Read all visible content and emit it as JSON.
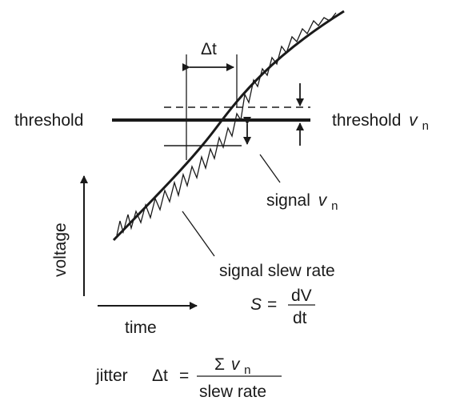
{
  "labels": {
    "threshold": "threshold",
    "threshold_vn_text": "threshold",
    "threshold_vn_var": "v",
    "threshold_vn_sub": "n",
    "delta_t": "Δt",
    "signal_vn_text": "signal",
    "signal_vn_var": "v",
    "signal_vn_sub": "n",
    "voltage": "voltage",
    "time": "time",
    "slew_rate": "signal slew rate",
    "slew_S": "S",
    "slew_eq": "=",
    "slew_num": "dV",
    "slew_den": "dt",
    "jitter": "jitter",
    "jitter_lhs": "Δt",
    "jitter_eq": "=",
    "jitter_num_sigma": "Σ",
    "jitter_num_v": "v",
    "jitter_num_sub": "n",
    "jitter_den": "slew rate"
  },
  "colors": {
    "ink": "#1a1a1a"
  }
}
